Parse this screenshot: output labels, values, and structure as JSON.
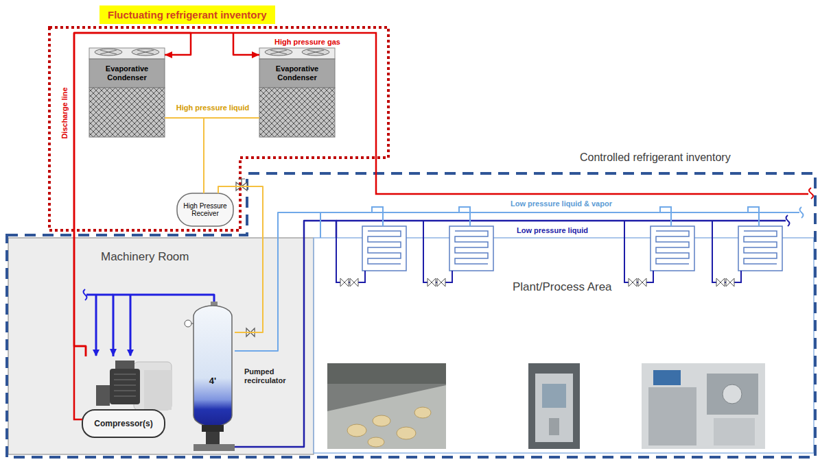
{
  "diagram": {
    "nodes": [
      {
        "text": [
          "Fluctuating refrigerant inventory"
        ]
      },
      {
        "text": [
          "Evaporative Condenser"
        ],
        "in": 0
      },
      {
        "text": [
          "Evaporative Condenser"
        ],
        "in": 0
      },
      {
        "text": [
          "High Pressure Receiver"
        ],
        "in": 0
      },
      {
        "text": [
          "Controlled refrigerant inventory"
        ]
      },
      {
        "text": [
          "Machinery Room"
        ],
        "in": 4
      },
      {
        "text": [
          "Compressor(s)"
        ],
        "in": 5
      },
      {
        "text": [
          "4'",
          "Pumped recirculator"
        ],
        "in": 5
      },
      {
        "text": [
          "Plant/Process Area"
        ],
        "in": 4
      }
    ],
    "edges": [
      {
        "from": 6,
        "to": 1,
        "arrow": "to",
        "label": "Discharge line"
      },
      {
        "from": 6,
        "to": 2,
        "arrow": "to",
        "label": "High pressure gas"
      },
      {
        "from": 1,
        "to": 3,
        "arrow": "none",
        "label": "High pressure liquid"
      },
      {
        "from": 2,
        "to": 3,
        "arrow": "none"
      },
      {
        "from": 3,
        "to": 7,
        "arrow": "none"
      },
      {
        "from": 7,
        "to": 6,
        "arrow": "to"
      },
      {
        "from": 7,
        "to": 8,
        "arrow": "none",
        "label": "Low pressure liquid"
      },
      {
        "from": 8,
        "to": 7,
        "arrow": "none",
        "label": "Low pressure liquid & vapor"
      }
    ]
  }
}
